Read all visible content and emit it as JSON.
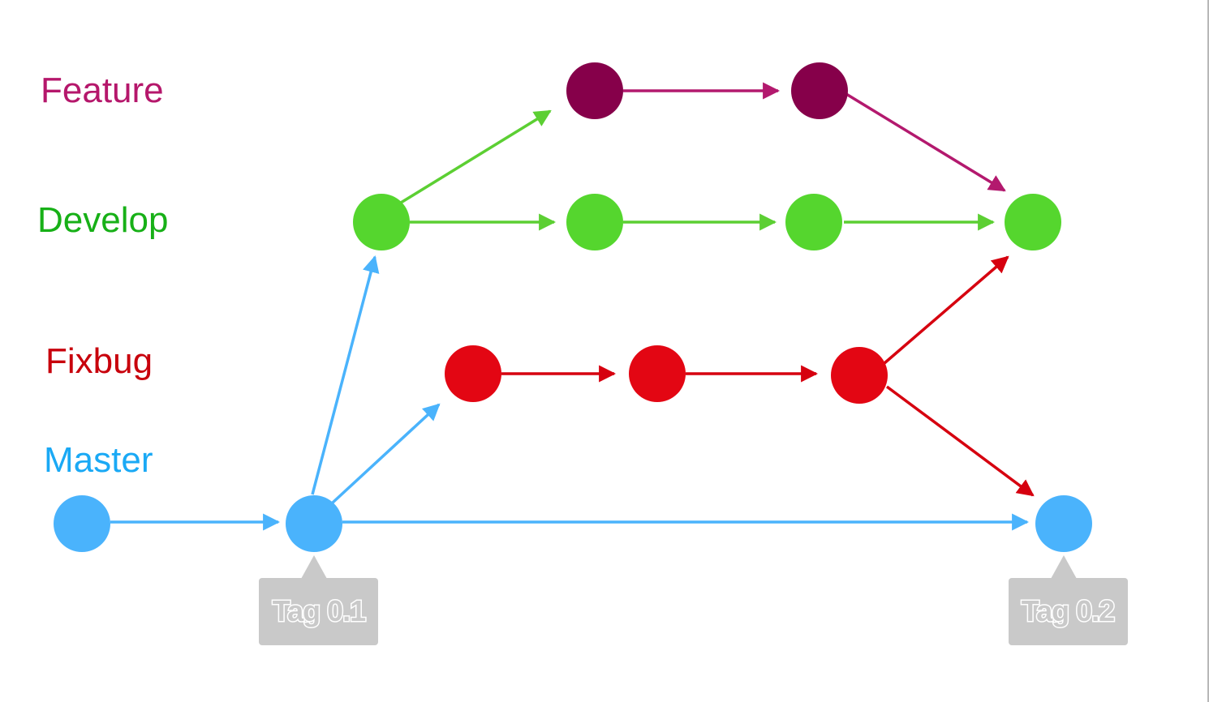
{
  "branches": [
    {
      "id": "feature",
      "label": "Feature",
      "color": "#b5176b",
      "node_color": "#86004a"
    },
    {
      "id": "develop",
      "label": "Develop",
      "color": "#17b017",
      "node_color": "#55d62e"
    },
    {
      "id": "fixbug",
      "label": "Fixbug",
      "color": "#c8000c",
      "node_color": "#e30613"
    },
    {
      "id": "master",
      "label": "Master",
      "color": "#1aa9f5",
      "node_color": "#4ab3fc"
    }
  ],
  "edge_colors": {
    "feature": "#b3196e",
    "develop": "#5ccf33",
    "fixbug": "#d6000f",
    "master": "#4ab3fc"
  },
  "tags": [
    {
      "id": "tag-0-1",
      "label": "Tag 0.1"
    },
    {
      "id": "tag-0-2",
      "label": "Tag 0.2"
    }
  ],
  "tag_color": "#c9c9c9"
}
